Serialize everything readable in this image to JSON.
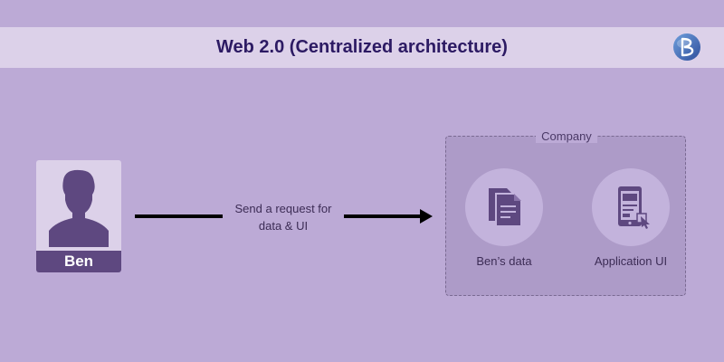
{
  "header": {
    "title": "Web 2.0  (Centralized architecture)"
  },
  "user": {
    "name": "Ben"
  },
  "connector": {
    "label": "Send a request for data & UI"
  },
  "company": {
    "label": "Company",
    "nodes": [
      {
        "label": "Ben’s data",
        "icon": "documents-icon"
      },
      {
        "label": "Application UI",
        "icon": "mobile-ui-icon"
      }
    ]
  },
  "colors": {
    "background": "#bcaad6",
    "banner": "#dcd1e9",
    "title": "#2c1a63",
    "accent": "#5e4880",
    "arrow": "#000000"
  }
}
